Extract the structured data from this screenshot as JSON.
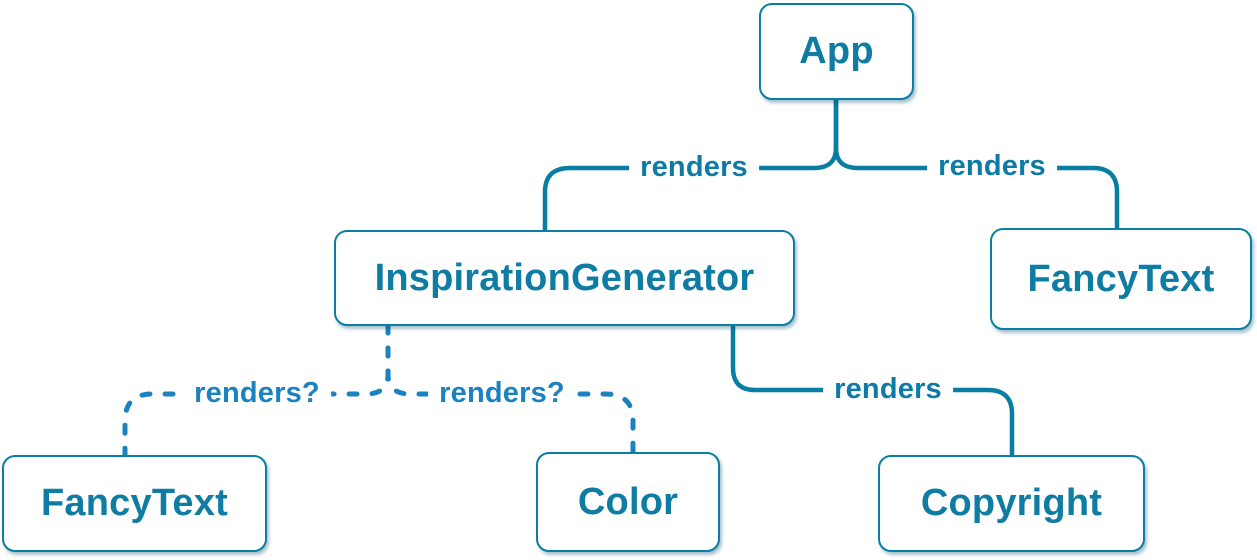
{
  "diagram": {
    "type": "component-render-tree",
    "background": "#ffffff",
    "colors": {
      "solid_edge": "#087ea4",
      "dashed_edge": "#1b82c2",
      "node_border": "#0a7ea4",
      "node_text": "#0e7ca3",
      "node_fill": "#ffffff"
    },
    "nodes": [
      {
        "id": "app",
        "label": "App"
      },
      {
        "id": "inspiration-generator",
        "label": "InspirationGenerator"
      },
      {
        "id": "fancy-text-top",
        "label": "FancyText"
      },
      {
        "id": "fancy-text-bottom",
        "label": "FancyText"
      },
      {
        "id": "color",
        "label": "Color"
      },
      {
        "id": "copyright",
        "label": "Copyright"
      }
    ],
    "edges": [
      {
        "from": "App",
        "to": "InspirationGenerator",
        "label": "renders",
        "style": "solid"
      },
      {
        "from": "App",
        "to": "FancyText",
        "label": "renders",
        "style": "solid"
      },
      {
        "from": "InspirationGenerator",
        "to": "FancyText",
        "label": "renders?",
        "style": "dashed"
      },
      {
        "from": "InspirationGenerator",
        "to": "Color",
        "label": "renders?",
        "style": "dashed"
      },
      {
        "from": "InspirationGenerator",
        "to": "Copyright",
        "label": "renders",
        "style": "solid"
      }
    ]
  }
}
